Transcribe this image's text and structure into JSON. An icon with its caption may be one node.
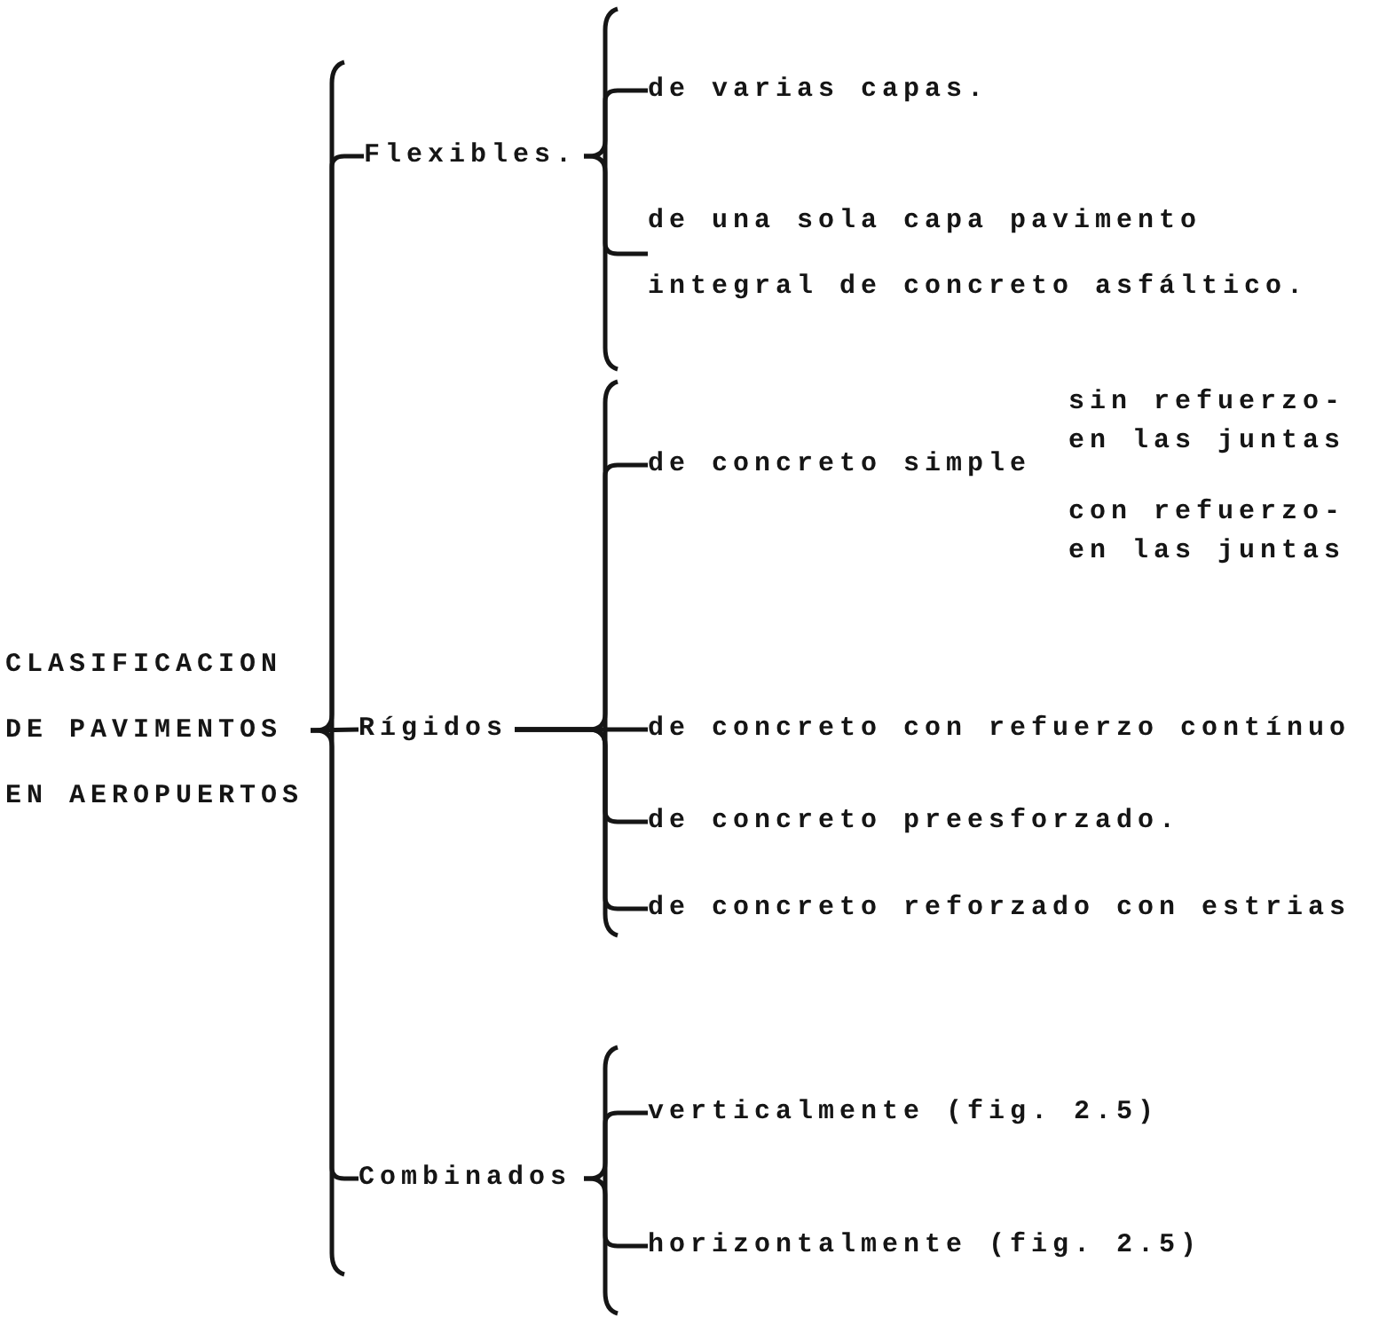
{
  "diagram": {
    "nodes": [
      {
        "text": [
          "CLASIFICACION DE PAVIMENTOS EN AEROPUERTOS"
        ]
      },
      {
        "text": [
          "Flexibles."
        ]
      },
      {
        "text": [
          "de varias capas."
        ]
      },
      {
        "text": [
          "de una sola capa pavimento integral de concreto asfáltico."
        ]
      },
      {
        "text": [
          "Rígidos"
        ]
      },
      {
        "text": [
          "de concreto simple"
        ],
        "beside": [
          "sin refuerzo- en las juntas",
          "con refuerzo- en las juntas"
        ]
      },
      {
        "text": [
          "de concreto con refuerzo contínuo"
        ]
      },
      {
        "text": [
          "de concreto preesforzado."
        ]
      },
      {
        "text": [
          "de concreto reforzado con estrias"
        ]
      },
      {
        "text": [
          "Combinados"
        ]
      },
      {
        "text": [
          "verticalmente  (fig. 2.5)"
        ]
      },
      {
        "text": [
          "horizontalmente (fig. 2.5)"
        ]
      }
    ],
    "edges": [
      {
        "from": 0,
        "to": 1,
        "arrow": "none"
      },
      {
        "from": 0,
        "to": 4,
        "arrow": "none"
      },
      {
        "from": 0,
        "to": 9,
        "arrow": "none"
      },
      {
        "from": 1,
        "to": 2,
        "arrow": "none"
      },
      {
        "from": 1,
        "to": 3,
        "arrow": "none"
      },
      {
        "from": 4,
        "to": 5,
        "arrow": "none"
      },
      {
        "from": 4,
        "to": 6,
        "arrow": "none"
      },
      {
        "from": 4,
        "to": 7,
        "arrow": "none"
      },
      {
        "from": 4,
        "to": 8,
        "arrow": "none"
      },
      {
        "from": 9,
        "to": 10,
        "arrow": "none"
      },
      {
        "from": 9,
        "to": 11,
        "arrow": "none"
      }
    ]
  }
}
